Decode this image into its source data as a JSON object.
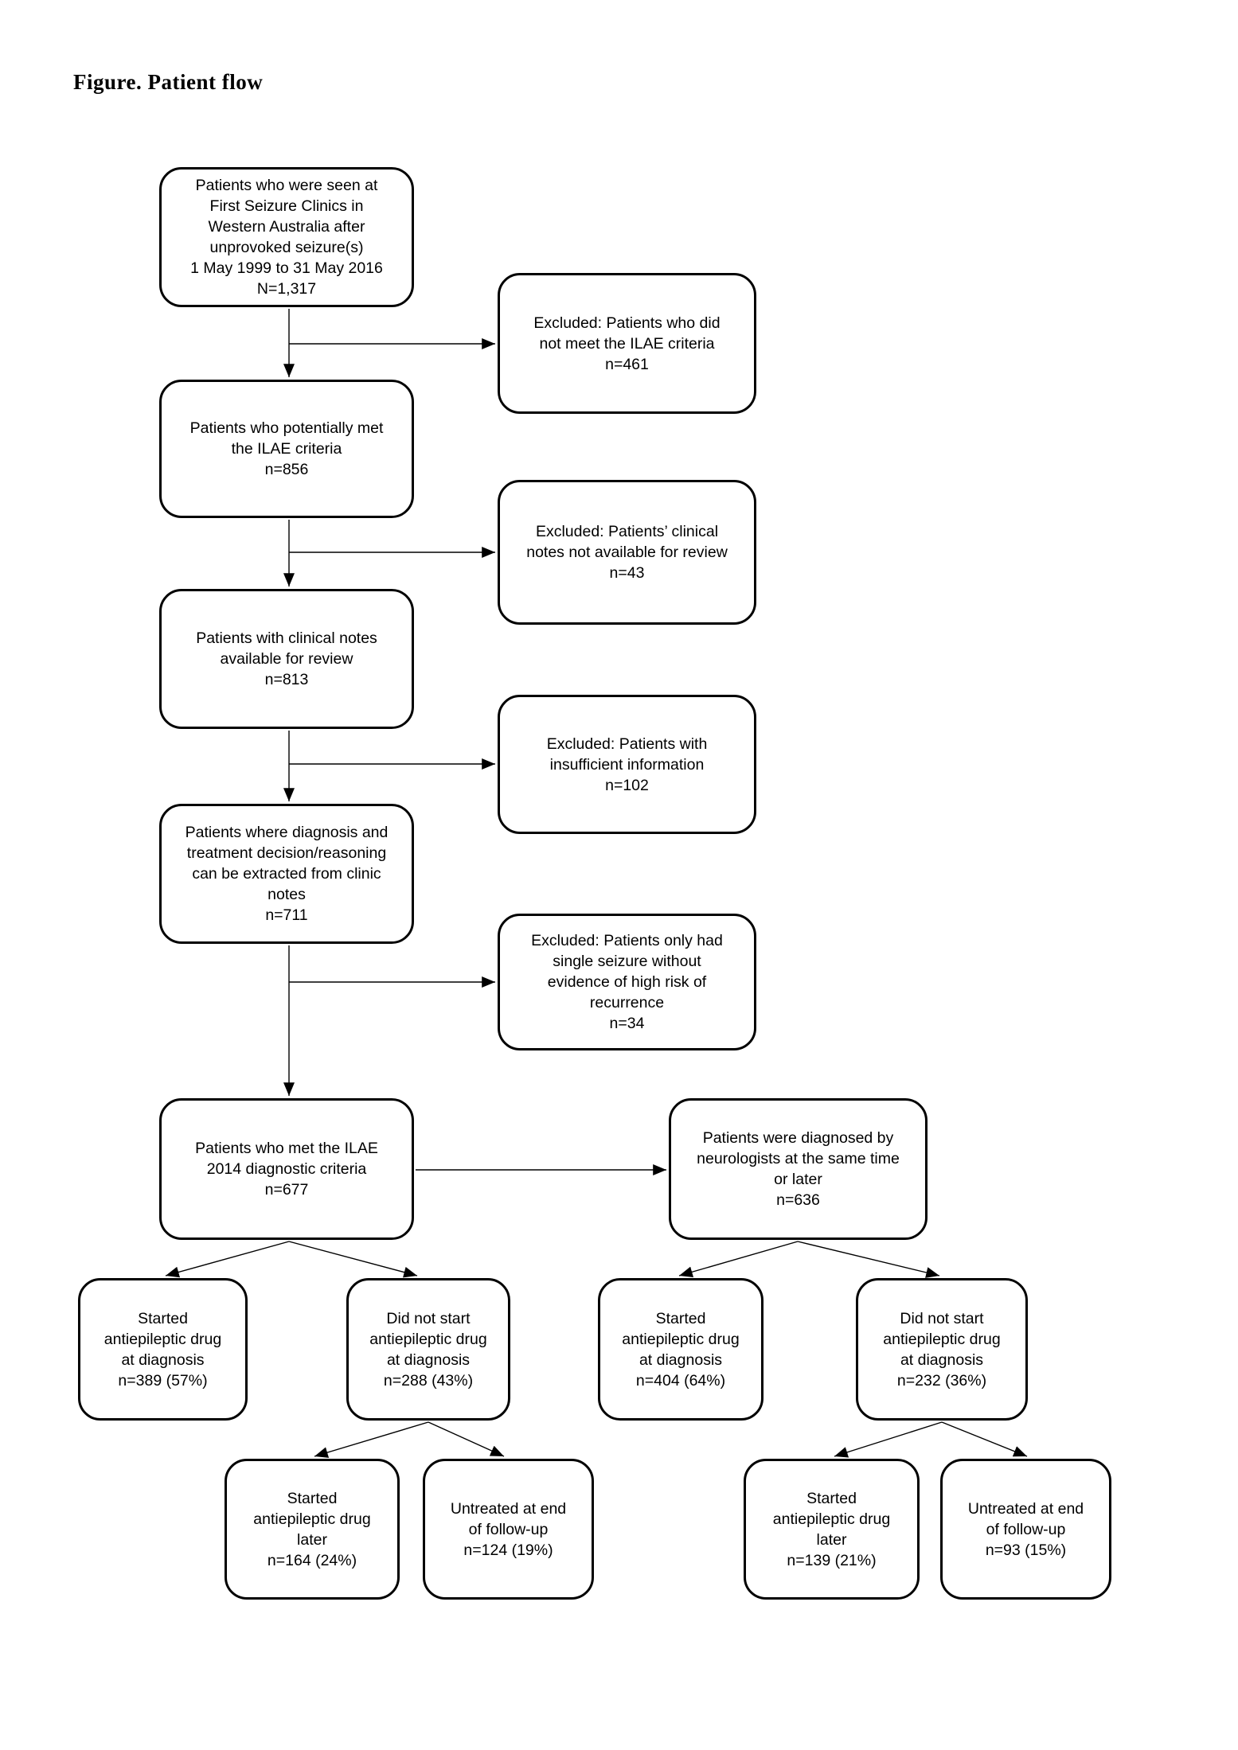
{
  "title": "Figure. Patient flow",
  "colors": {
    "line": "#000000",
    "background": "#ffffff"
  },
  "nodes": {
    "seen_clinics": {
      "lines": [
        "Patients who were seen at",
        "First Seizure Clinics in",
        "Western Australia after",
        "unprovoked seizure(s)",
        "1 May 1999 to 31 May 2016",
        "N=1,317"
      ]
    },
    "excluded_ilae": {
      "lines": [
        "Excluded: Patients who did",
        "not meet the ILAE criteria",
        "n=461"
      ]
    },
    "potentially_met": {
      "lines": [
        "Patients who potentially met",
        "the ILAE criteria",
        "n=856"
      ]
    },
    "excluded_notes": {
      "lines": [
        "Excluded: Patients’ clinical",
        "notes not available for review",
        "n=43"
      ]
    },
    "notes_available": {
      "lines": [
        "Patients with clinical notes",
        "available for review",
        "n=813"
      ]
    },
    "excluded_insufficient": {
      "lines": [
        "Excluded: Patients with",
        "insufficient information",
        "n=102"
      ]
    },
    "diagnosis_extracted": {
      "lines": [
        "Patients where diagnosis and",
        "treatment decision/reasoning",
        "can be extracted from clinic",
        "notes",
        "n=711"
      ]
    },
    "excluded_single_seizure": {
      "lines": [
        "Excluded: Patients only had",
        "single seizure without",
        "evidence of high risk of",
        "recurrence",
        "n=34"
      ]
    },
    "met_ilae_2014": {
      "lines": [
        "Patients who met the ILAE",
        "2014 diagnostic criteria",
        "n=677"
      ]
    },
    "diagnosed_neurologists": {
      "lines": [
        "Patients were diagnosed by",
        "neurologists at the same time",
        "or later",
        "n=636"
      ]
    },
    "started_diag_ilae": {
      "lines": [
        "Started",
        "antiepileptic drug",
        "at diagnosis",
        "n=389 (57%)"
      ]
    },
    "not_started_diag_ilae": {
      "lines": [
        "Did not start",
        "antiepileptic drug",
        "at diagnosis",
        "n=288 (43%)"
      ]
    },
    "started_diag_neuro": {
      "lines": [
        "Started",
        "antiepileptic drug",
        "at diagnosis",
        "n=404 (64%)"
      ]
    },
    "not_started_diag_neuro": {
      "lines": [
        "Did not start",
        "antiepileptic drug",
        "at diagnosis",
        "n=232 (36%)"
      ]
    },
    "started_later_ilae": {
      "lines": [
        "Started",
        "antiepileptic drug",
        "later",
        "n=164 (24%)"
      ]
    },
    "untreated_ilae": {
      "lines": [
        "Untreated at end",
        "of follow-up",
        "n=124 (19%)"
      ]
    },
    "started_later_neuro": {
      "lines": [
        "Started",
        "antiepileptic drug",
        "later",
        "n=139 (21%)"
      ]
    },
    "untreated_neuro": {
      "lines": [
        "Untreated at end",
        "of follow-up",
        "n=93 (15%)"
      ]
    }
  }
}
